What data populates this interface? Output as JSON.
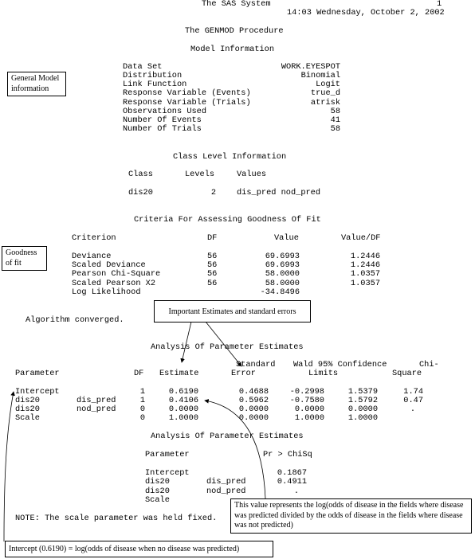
{
  "header": {
    "system_title": "The SAS System",
    "page_number": "1",
    "timestamp": "14:03 Wednesday, October 2, 2002",
    "procedure_title": "The GENMOD Procedure"
  },
  "model_info": {
    "title": "Model Information",
    "rows": [
      {
        "label": "Data Set",
        "value": "WORK.EYESPOT"
      },
      {
        "label": "Distribution",
        "value": "Binomial"
      },
      {
        "label": "Link Function",
        "value": "Logit"
      },
      {
        "label": "Response Variable (Events)",
        "value": "true_d"
      },
      {
        "label": "Response Variable (Trials)",
        "value": "atrisk"
      },
      {
        "label": "Observations Used",
        "value": "58"
      },
      {
        "label": "Number Of Events",
        "value": "41"
      },
      {
        "label": "Number Of Trials",
        "value": "58"
      }
    ]
  },
  "class_info": {
    "title": "Class Level Information",
    "headers": {
      "class": "Class",
      "levels": "Levels",
      "values": "Values"
    },
    "row": {
      "class": "dis20",
      "levels": "2",
      "values": "dis_pred nod_pred"
    }
  },
  "fit": {
    "title": "Criteria For Assessing Goodness Of Fit",
    "headers": {
      "criterion": "Criterion",
      "df": "DF",
      "value": "Value",
      "value_df": "Value/DF"
    },
    "rows": [
      {
        "criterion": "Deviance",
        "df": "56",
        "value": "69.6993",
        "value_df": "1.2446"
      },
      {
        "criterion": "Scaled Deviance",
        "df": "56",
        "value": "69.6993",
        "value_df": "1.2446"
      },
      {
        "criterion": "Pearson Chi-Square",
        "df": "56",
        "value": "58.0000",
        "value_df": "1.0357"
      },
      {
        "criterion": "Scaled Pearson X2",
        "df": "56",
        "value": "58.0000",
        "value_df": "1.0357"
      },
      {
        "criterion": "Log Likelihood",
        "df": "",
        "value": "-34.8496",
        "value_df": ""
      }
    ]
  },
  "algorithm_msg": "Algorithm converged.",
  "params": {
    "title": "Analysis Of Parameter Estimates",
    "headers": {
      "standard": "Standard",
      "wald": "Wald 95% Confidence",
      "chi": "Chi-",
      "parameter": "Parameter",
      "df": "DF",
      "estimate": "Estimate",
      "error": "Error",
      "limits": "Limits",
      "square": "Square"
    },
    "rows": [
      {
        "p1": "Intercept",
        "p2": "",
        "df": "1",
        "est": "0.6190",
        "se": "0.4688",
        "lo": "-0.2998",
        "hi": "1.5379",
        "chi": "1.74"
      },
      {
        "p1": "dis20",
        "p2": "dis_pred",
        "df": "1",
        "est": "0.4106",
        "se": "0.5962",
        "lo": "-0.7580",
        "hi": "1.5792",
        "chi": "0.47"
      },
      {
        "p1": "dis20",
        "p2": "nod_pred",
        "df": "0",
        "est": "0.0000",
        "se": "0.0000",
        "lo": "0.0000",
        "hi": "0.0000",
        "chi": "."
      },
      {
        "p1": "Scale",
        "p2": "",
        "df": "0",
        "est": "1.0000",
        "se": "0.0000",
        "lo": "1.0000",
        "hi": "1.0000",
        "chi": ""
      }
    ]
  },
  "pvals": {
    "title": "Analysis Of Parameter Estimates",
    "headers": {
      "parameter": "Parameter",
      "p": "Pr > ChiSq"
    },
    "rows": [
      {
        "p1": "Intercept",
        "p2": "",
        "p": "0.1867"
      },
      {
        "p1": "dis20",
        "p2": "dis_pred",
        "p": "0.4911"
      },
      {
        "p1": "dis20",
        "p2": "nod_pred",
        "p": "."
      },
      {
        "p1": "Scale",
        "p2": "",
        "p": ""
      }
    ]
  },
  "note": "NOTE: The scale parameter was held fixed.",
  "annotations": {
    "general_model": "General Model information",
    "goodness": "Goodness of fit",
    "estimates": "Important Estimates and standard errors",
    "log_odds": "This value represents the log(odds of disease in the fields where disease was predicted divided by the odds of disease in the fields where disease was not predicted)",
    "intercept": "Intercept (0.6190) = log(odds of disease when no disease was predicted)"
  }
}
